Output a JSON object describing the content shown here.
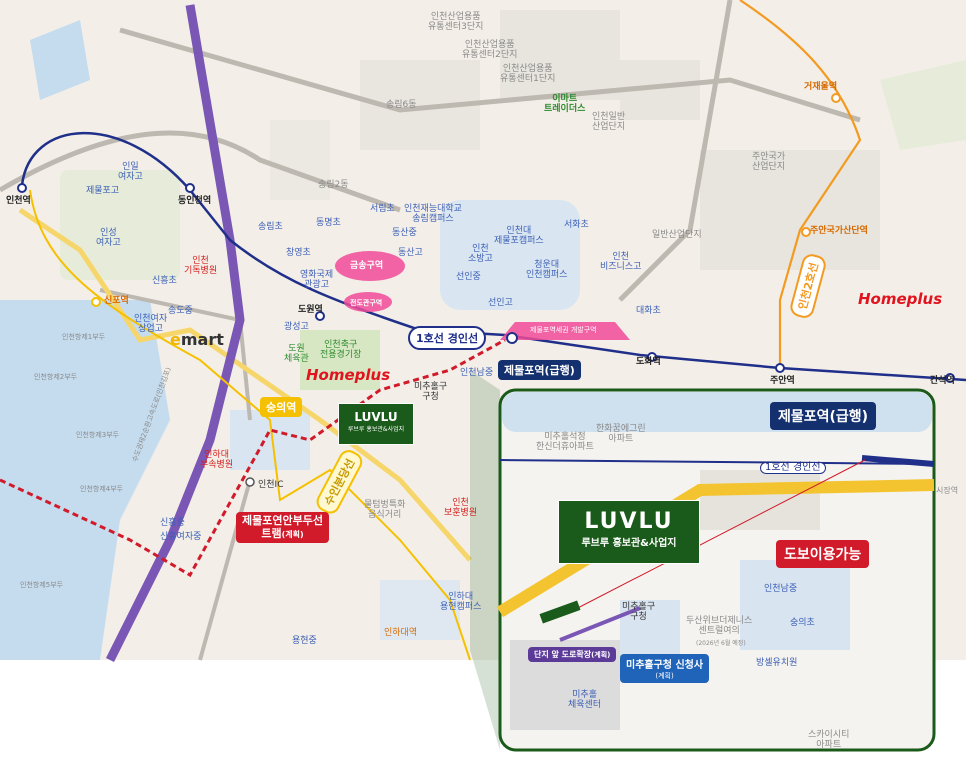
{
  "colors": {
    "line1": "#1f2f8a",
    "metro2": "#f39a20",
    "redline": "#d11a2a",
    "purple": "#7a57b5",
    "green": "#1a5a1a",
    "navy": "#14306e",
    "road": "#f4c430",
    "water": "#c5dcef",
    "park": "#d7e7c4"
  },
  "map": {
    "stations": {
      "incheon": "인천역",
      "dongincheon": "동인천역",
      "dowon": "도원역",
      "jemulpo": "제물포역(급행)",
      "dohwa": "도화역",
      "juan": "주안역",
      "ganseok": "간석역",
      "geojae": "거재울역",
      "juan_ind": "주안국가산단역",
      "sinpo": "신포역",
      "sungui": "숭의역",
      "incheon_ic": "인천IC",
      "incheon_univ": "인하대역"
    },
    "lines": {
      "line1": "1호선 경인선",
      "incheon2": "인천2호선",
      "suinbundang": "수인분당선",
      "tram": "제물포연안부두선\n트램",
      "tram_note": "(계획)"
    },
    "labels": {
      "geumsong": "금송구역",
      "jeondo": "전도관구역",
      "jemulpo_dev": "제물포역세권 개발구역",
      "homeplus": "Homeplus",
      "emart_e": "e",
      "emart_rest": "mart",
      "luvlu": "LUVLU",
      "luvlu_sub": "루브루 홍보관&사업지",
      "highway": "수도권제2순환고속도로(인천김포)"
    },
    "pois": [
      "인천산업용품\n유통센터3단지",
      "인천산업용품\n유통센터2단지",
      "인천산업용품\n유통센터1단지",
      "이마트\n트레이더스",
      "송림6동",
      "인천일반\n산업단지",
      "주안국가\n산업단지",
      "인일\n여자고",
      "제물포고",
      "송림2동",
      "서림초",
      "인천재능대학교\n송림캠퍼스",
      "송림초",
      "동명초",
      "동산중",
      "인천대\n제물포캠퍼스",
      "서화초",
      "인성\n여자고",
      "창영초",
      "인천\n기독병원",
      "영화국제\n관광고",
      "동산고",
      "인천\n소방고",
      "청운대\n인천캠퍼스",
      "일반산업단지",
      "신흥초",
      "선인중",
      "인천\n비즈니스고",
      "송도중",
      "인천여자\n상업고",
      "선인고",
      "대화초",
      "광성고",
      "도원\n체육관",
      "인천축구\n전용경기장",
      "인천남중",
      "미추홀구\n구청",
      "인하대\n부속병원",
      "인천\n보훈병원",
      "물텀벙특화\n음식거리",
      "신흥중",
      "신흥여자중",
      "인하대\n용현캠퍼스",
      "용현중",
      "인천항제1부두",
      "인천항제2부두",
      "인천항제3부두",
      "인천항제4부두",
      "인천항제5부두"
    ]
  },
  "inset": {
    "station": "제물포역(급행)",
    "line1": "1호선 경인선",
    "road_label": "시장역",
    "luvlu": "LUVLU",
    "luvlu_sub": "루브루 홍보관&사업지",
    "walk": "도보이용가능",
    "road_expand": "단지 앞 도로확장",
    "road_expand_note": "(계획)",
    "office": "미추홀구청 신청사",
    "office_note": "(계획)",
    "pois": [
      "미추홀석정\n한신더휴아파트",
      "한화꿈에그린\n아파트",
      "미추홀구\n구청",
      "두산위브더제니스\n센트럴여의",
      "(2026년 6월 예정)",
      "인천남중",
      "숭의초",
      "방셀유치원",
      "미추홀\n체육센터",
      "스카이시티\n아파트"
    ]
  }
}
